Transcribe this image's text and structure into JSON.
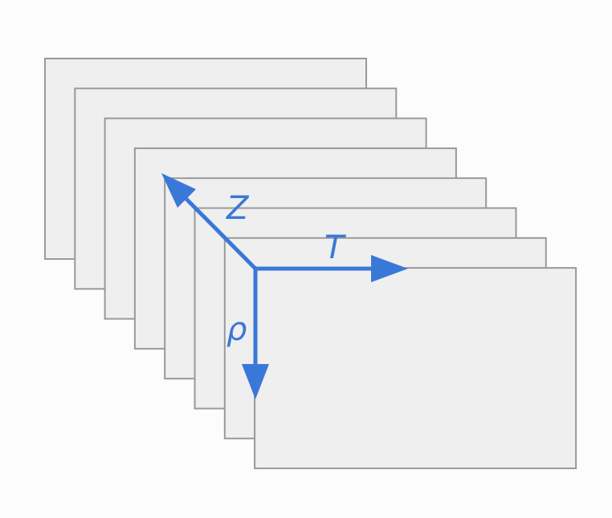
{
  "diagram": {
    "frame_count": 8,
    "axes": {
      "z": {
        "label": "Z"
      },
      "t": {
        "label": "T"
      },
      "rho": {
        "label": "ρ"
      }
    },
    "colors": {
      "background": "#fcfcfc",
      "frame_fill": "#efefef",
      "frame_stroke": "#999999",
      "axis": "#3a78d8"
    }
  }
}
